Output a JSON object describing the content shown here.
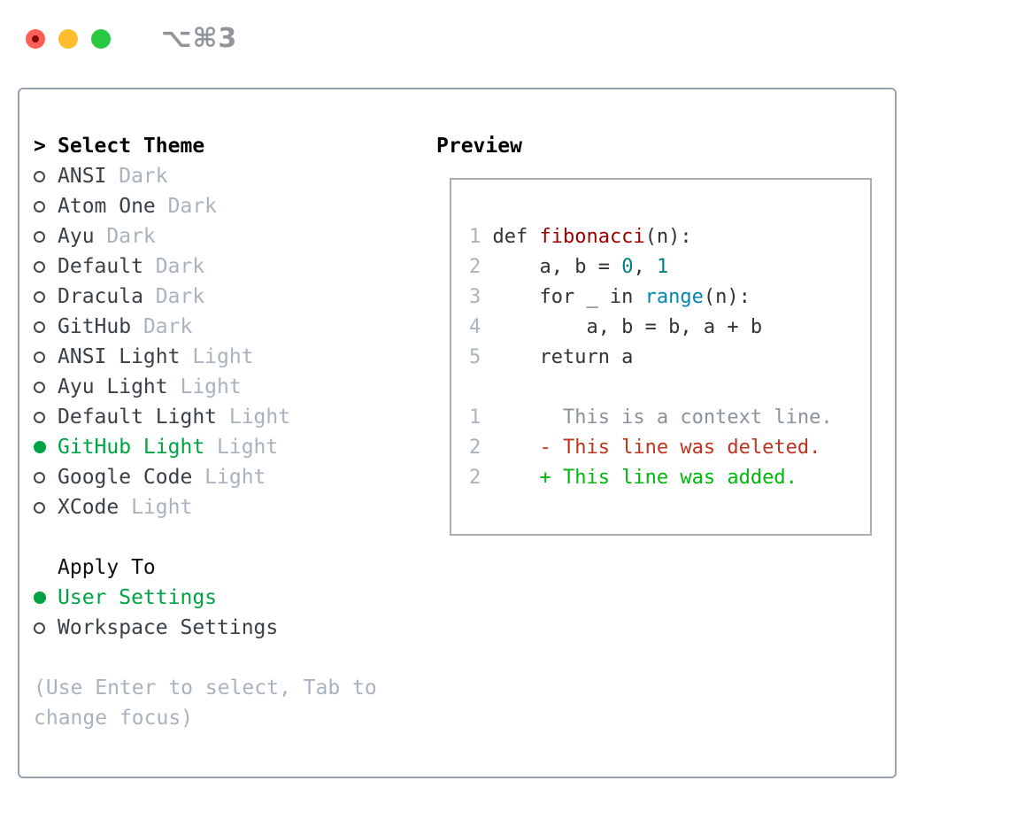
{
  "colors": {
    "traffic-red": "#ff5f57",
    "traffic-red-dot": "#820a05",
    "traffic-yellow": "#febc2e",
    "traffic-green": "#28c840",
    "titlebar-title": "#8f959b",
    "panel-border": "#99a3ad",
    "preview-border": "#a6aeb6",
    "item": "#3a4047",
    "muted": "#a9b3be",
    "selected": "#00a344",
    "lineno": "#a9b3be",
    "code": "#333333",
    "fn": "#990000",
    "numlit": "#008080",
    "builtin": "#0086b3",
    "ctx": "#8a939c",
    "del": "#c0331f",
    "add": "#00b80c"
  },
  "titlebar": {
    "title": "⌥⌘3"
  },
  "theme_picker": {
    "header_marker": ">",
    "header": "Select Theme",
    "items": [
      {
        "name": "ANSI",
        "variant": "Dark",
        "state": "off"
      },
      {
        "name": "Atom One",
        "variant": "Dark",
        "state": "off"
      },
      {
        "name": "Ayu",
        "variant": "Dark",
        "state": "off"
      },
      {
        "name": "Default",
        "variant": "Dark",
        "state": "off"
      },
      {
        "name": "Dracula",
        "variant": "Dark",
        "state": "off"
      },
      {
        "name": "GitHub",
        "variant": "Dark",
        "state": "off"
      },
      {
        "name": "ANSI Light",
        "variant": "Light",
        "state": "off"
      },
      {
        "name": "Ayu Light",
        "variant": "Light",
        "state": "off"
      },
      {
        "name": "Default Light",
        "variant": "Light",
        "state": "off"
      },
      {
        "name": "GitHub Light",
        "variant": "Light",
        "state": "on"
      },
      {
        "name": "Google Code",
        "variant": "Light",
        "state": "off"
      },
      {
        "name": "XCode",
        "variant": "Light",
        "state": "off"
      }
    ]
  },
  "apply_to": {
    "header": "Apply To",
    "items": [
      {
        "name": "User Settings",
        "variant": "",
        "state": "on"
      },
      {
        "name": "Workspace Settings",
        "variant": "",
        "state": "off"
      }
    ]
  },
  "hint_lines": [
    "(Use Enter to select, Tab to",
    "change focus)"
  ],
  "preview": {
    "header": "Preview",
    "code_lines": [
      {
        "num": "1",
        "segs": [
          {
            "t": "def ",
            "c": "code"
          },
          {
            "t": "fibonacci",
            "c": "fn"
          },
          {
            "t": "(n):",
            "c": "code"
          }
        ]
      },
      {
        "num": "2",
        "segs": [
          {
            "t": "    a, b = ",
            "c": "code"
          },
          {
            "t": "0",
            "c": "numlit"
          },
          {
            "t": ", ",
            "c": "code"
          },
          {
            "t": "1",
            "c": "numlit"
          }
        ]
      },
      {
        "num": "3",
        "segs": [
          {
            "t": "    for _ in ",
            "c": "code"
          },
          {
            "t": "range",
            "c": "builtin"
          },
          {
            "t": "(n):",
            "c": "code"
          }
        ]
      },
      {
        "num": "4",
        "segs": [
          {
            "t": "        a, b = b, a + b",
            "c": "code"
          }
        ]
      },
      {
        "num": "5",
        "segs": [
          {
            "t": "    return a",
            "c": "code"
          }
        ]
      },
      {
        "num": "",
        "segs": []
      },
      {
        "num": "1",
        "segs": [
          {
            "t": "      This is a context line.",
            "c": "ctx"
          }
        ]
      },
      {
        "num": "2",
        "segs": [
          {
            "t": "    - This line was deleted.",
            "c": "del"
          }
        ]
      },
      {
        "num": "2",
        "segs": [
          {
            "t": "    + This line was added.",
            "c": "add"
          }
        ]
      }
    ]
  }
}
